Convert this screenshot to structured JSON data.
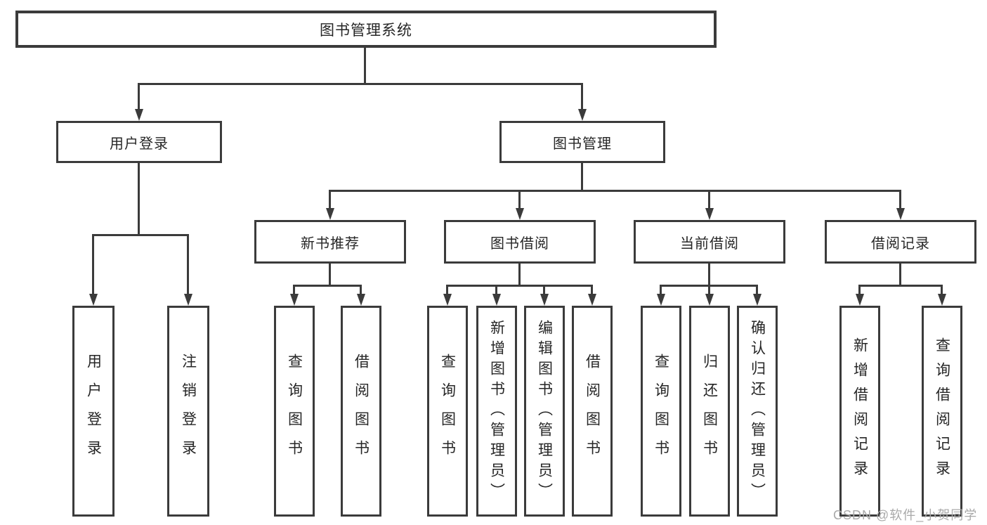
{
  "diagram": {
    "type": "hierarchy-flowchart",
    "colors": {
      "line": "#3b3b3b",
      "box_border": "#3b3b3b",
      "text": "#262626",
      "background": "#ffffff",
      "watermark": "#a9a9a9"
    },
    "nodes": {
      "root": {
        "label": "图书管理系统"
      },
      "user_login": {
        "label": "用户登录"
      },
      "book_management": {
        "label": "图书管理"
      },
      "new_book_recommend": {
        "label": "新书推荐"
      },
      "book_borrow": {
        "label": "图书借阅"
      },
      "current_borrow": {
        "label": "当前借阅"
      },
      "borrow_record": {
        "label": "借阅记录"
      },
      "leaf_user_login": {
        "label": "用户登录"
      },
      "leaf_logout": {
        "label": "注销登录"
      },
      "leaf_rec_query_book": {
        "label": "查询图书"
      },
      "leaf_rec_borrow_book": {
        "label": "借阅图书"
      },
      "leaf_bb_query_book": {
        "label": "查询图书"
      },
      "leaf_bb_add_book": {
        "label": "新增图书（管理员）"
      },
      "leaf_bb_edit_book": {
        "label": "编辑图书（管理员）"
      },
      "leaf_bb_borrow_book": {
        "label": "借阅图书"
      },
      "leaf_cb_query_book": {
        "label": "查询图书"
      },
      "leaf_cb_return_book": {
        "label": "归还图书"
      },
      "leaf_cb_confirm_return": {
        "label": "确认归还（管理员）"
      },
      "leaf_br_add_record": {
        "label": "新增借阅记录"
      },
      "leaf_br_query_record": {
        "label": "查询借阅记录"
      }
    },
    "hierarchy": {
      "root": [
        "user_login",
        "book_management"
      ],
      "user_login": [
        "leaf_user_login",
        "leaf_logout"
      ],
      "book_management": [
        "new_book_recommend",
        "book_borrow",
        "current_borrow",
        "borrow_record"
      ],
      "new_book_recommend": [
        "leaf_rec_query_book",
        "leaf_rec_borrow_book"
      ],
      "book_borrow": [
        "leaf_bb_query_book",
        "leaf_bb_add_book",
        "leaf_bb_edit_book",
        "leaf_bb_borrow_book"
      ],
      "current_borrow": [
        "leaf_cb_query_book",
        "leaf_cb_return_book",
        "leaf_cb_confirm_return"
      ],
      "borrow_record": [
        "leaf_br_add_record",
        "leaf_br_query_record"
      ]
    },
    "watermark": "CSDN @软件_小贺同学"
  }
}
